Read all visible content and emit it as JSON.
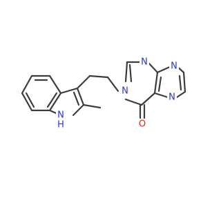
{
  "molecule": {
    "atoms": {
      "n1_indole": {
        "element": "N",
        "label": "N",
        "color": "#2a33d6"
      },
      "h_indole": {
        "element": "H",
        "label": "H",
        "color": "#2a33d6"
      },
      "n_pyrimidinone": {
        "element": "N",
        "label": "N",
        "color": "#2a33d6"
      },
      "n_ring_top": {
        "element": "N",
        "label": "N",
        "color": "#2a33d6"
      },
      "n_pyrazine_top": {
        "element": "N",
        "label": "N",
        "color": "#2a33d6"
      },
      "n_pyrazine_bottom": {
        "element": "N",
        "label": "N",
        "color": "#2a33d6"
      },
      "o_carbonyl": {
        "element": "O",
        "label": "O",
        "color": "#d42a1a"
      }
    },
    "bond_color": "#3c3c3c"
  }
}
